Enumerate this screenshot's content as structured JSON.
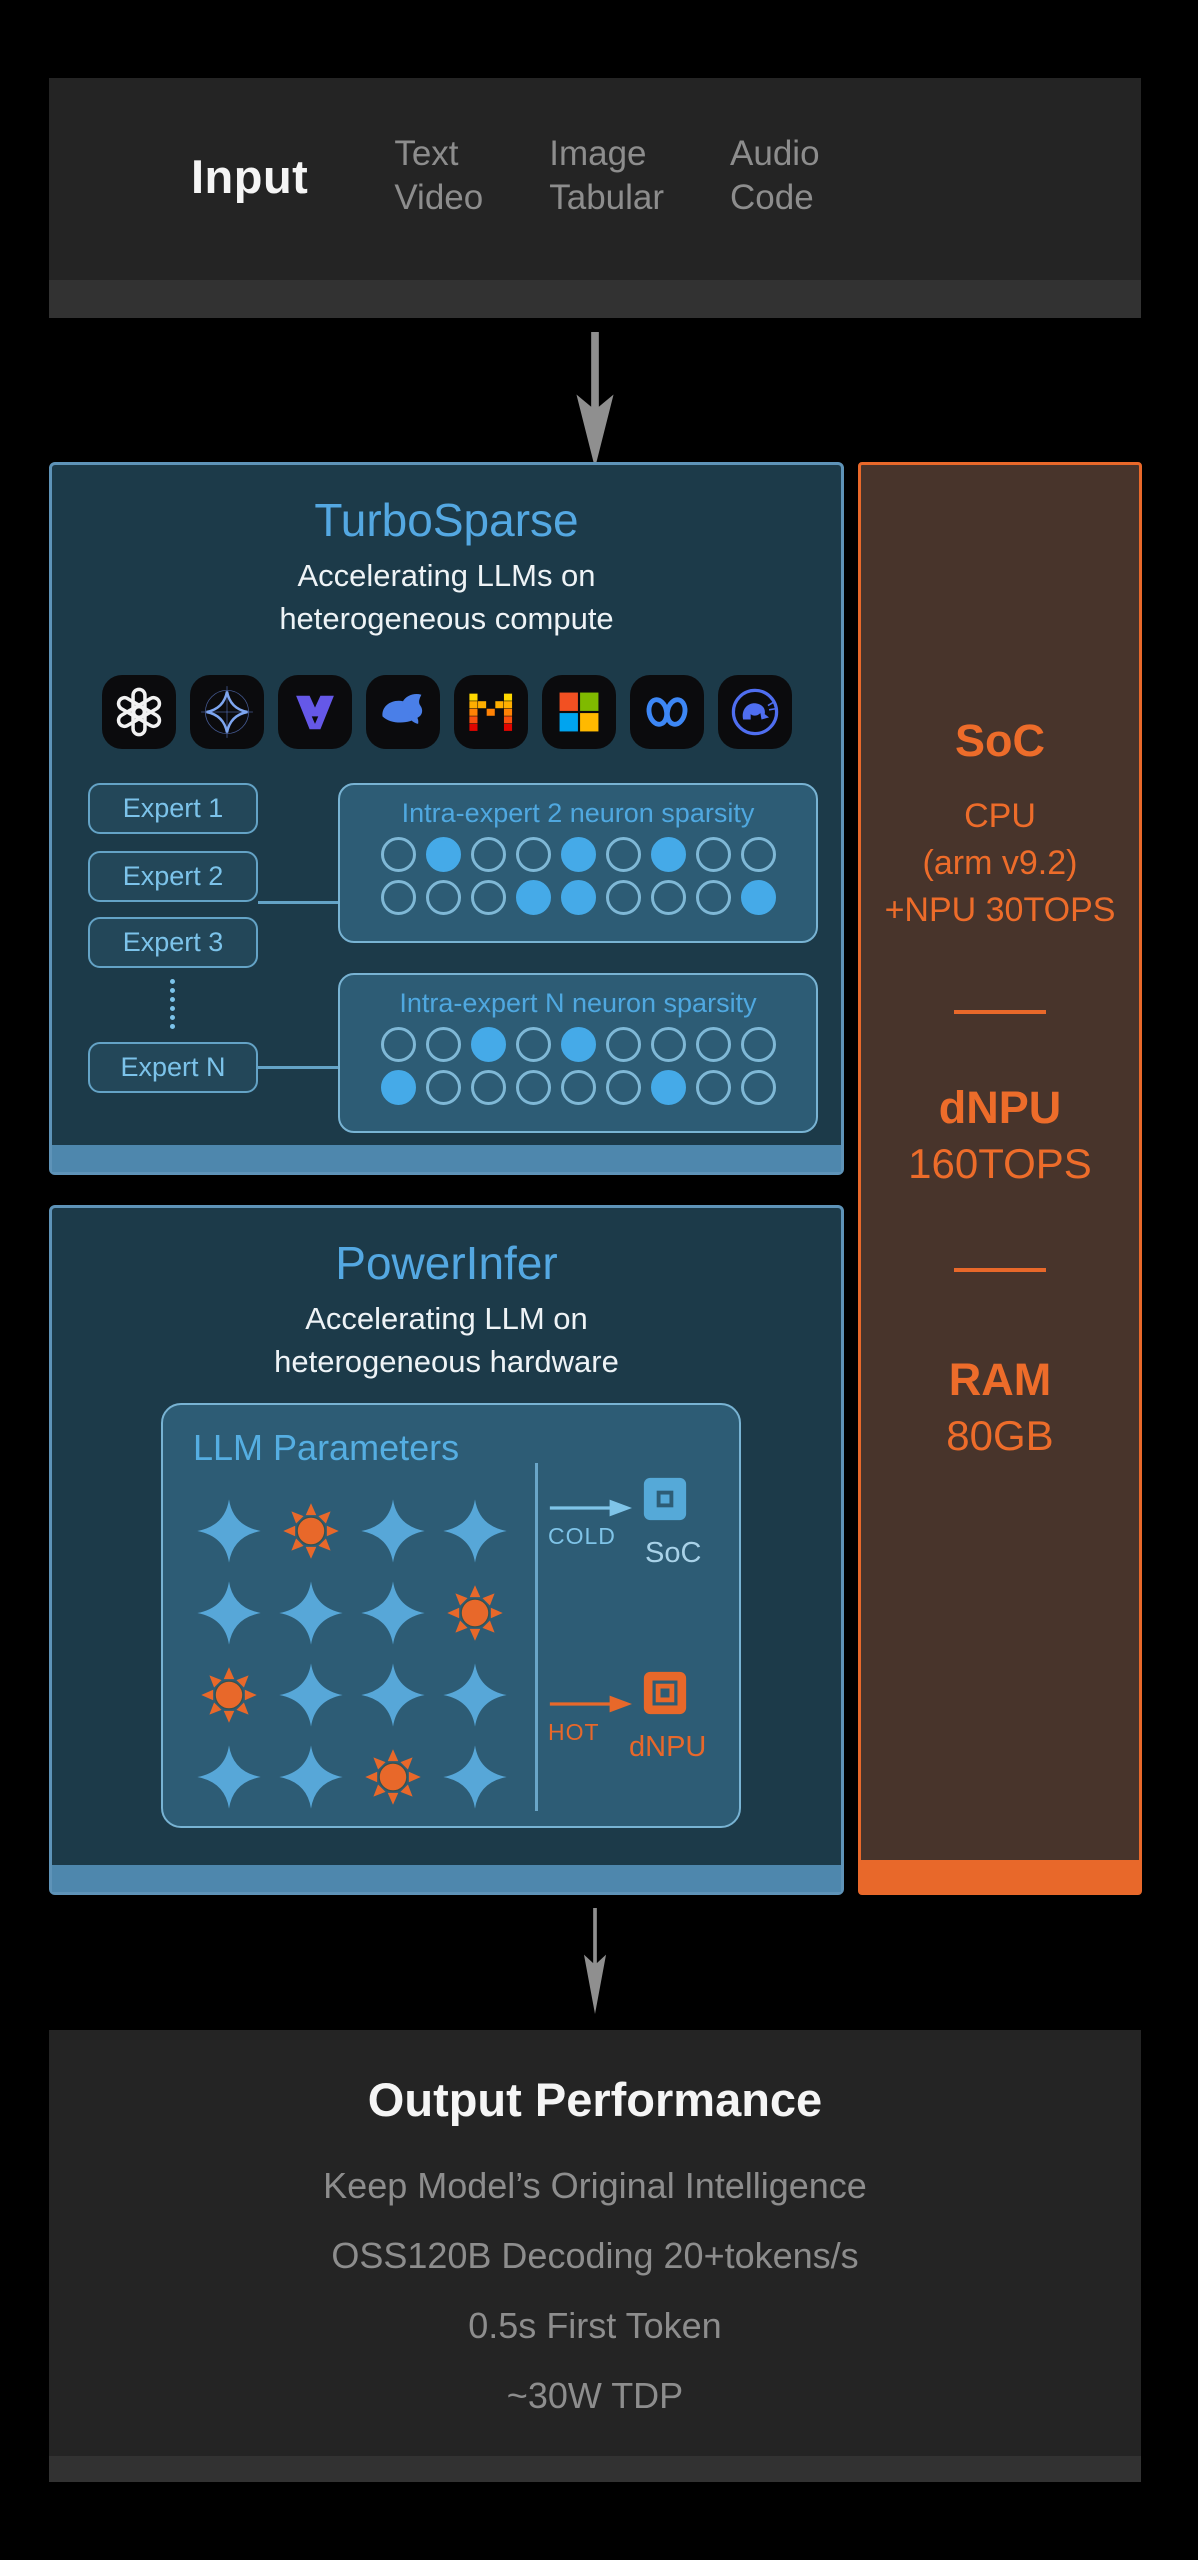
{
  "colors": {
    "accent_blue": "#54a8e2",
    "panel_blue_bg": "#1c3a49",
    "panel_blue_border": "#5e93b8",
    "panel_footer_blue": "#4e87ad",
    "inner_panel_bg": "#2d5c75",
    "accent_orange": "#e8682a",
    "soc_panel_bg": "#48342b",
    "neutral_box_bg": "#242424",
    "muted_text": "#8d8d8d",
    "arrow_gray": "#8f8f8f"
  },
  "input": {
    "title": "Input",
    "types": [
      "Text",
      "Image",
      "Audio",
      "Video",
      "Tabular",
      "Code"
    ]
  },
  "turbosparse": {
    "title": "TurboSparse",
    "subtitle": [
      "Accelerating LLMs on",
      "heterogeneous compute"
    ],
    "logos": [
      "openai",
      "gemini",
      "qwen",
      "deepseek",
      "mistral",
      "microsoft",
      "meta",
      "elephant-ai"
    ],
    "experts": [
      "Expert 1",
      "Expert 2",
      "Expert 3",
      "Expert N"
    ],
    "sparsity_panels": [
      {
        "title": "Intra-expert 2 neuron sparsity",
        "rows": [
          [
            0,
            1,
            0,
            0,
            1,
            0,
            1,
            0,
            0
          ],
          [
            0,
            0,
            0,
            1,
            1,
            0,
            0,
            0,
            1
          ]
        ]
      },
      {
        "title": "Intra-expert N neuron sparsity",
        "rows": [
          [
            0,
            0,
            1,
            0,
            1,
            0,
            0,
            0,
            0
          ],
          [
            1,
            0,
            0,
            0,
            0,
            0,
            1,
            0,
            0
          ]
        ]
      }
    ]
  },
  "powerinfer": {
    "title": "PowerInfer",
    "subtitle": [
      "Accelerating LLM on",
      "heterogeneous hardware"
    ],
    "llm_panel": {
      "title": "LLM Parameters",
      "grid": [
        [
          "cold",
          "hot",
          "cold",
          "cold"
        ],
        [
          "cold",
          "cold",
          "cold",
          "hot"
        ],
        [
          "hot",
          "cold",
          "cold",
          "cold"
        ],
        [
          "cold",
          "cold",
          "hot",
          "cold"
        ]
      ],
      "cold": {
        "label": "COLD",
        "target": "SoC"
      },
      "hot": {
        "label": "HOT",
        "target": "dNPU"
      }
    }
  },
  "soc_panel": {
    "title": "SoC",
    "cpu_lines": [
      "CPU",
      "(arm v9.2)",
      "+NPU 30TOPS"
    ],
    "dnpu_title": "dNPU",
    "dnpu_value": "160TOPS",
    "ram_title": "RAM",
    "ram_value": "80GB"
  },
  "output": {
    "title": "Output Performance",
    "lines": [
      "Keep Model’s Original Intelligence",
      "OSS120B Decoding 20+tokens/s",
      "0.5s First Token",
      "~30W TDP"
    ]
  }
}
